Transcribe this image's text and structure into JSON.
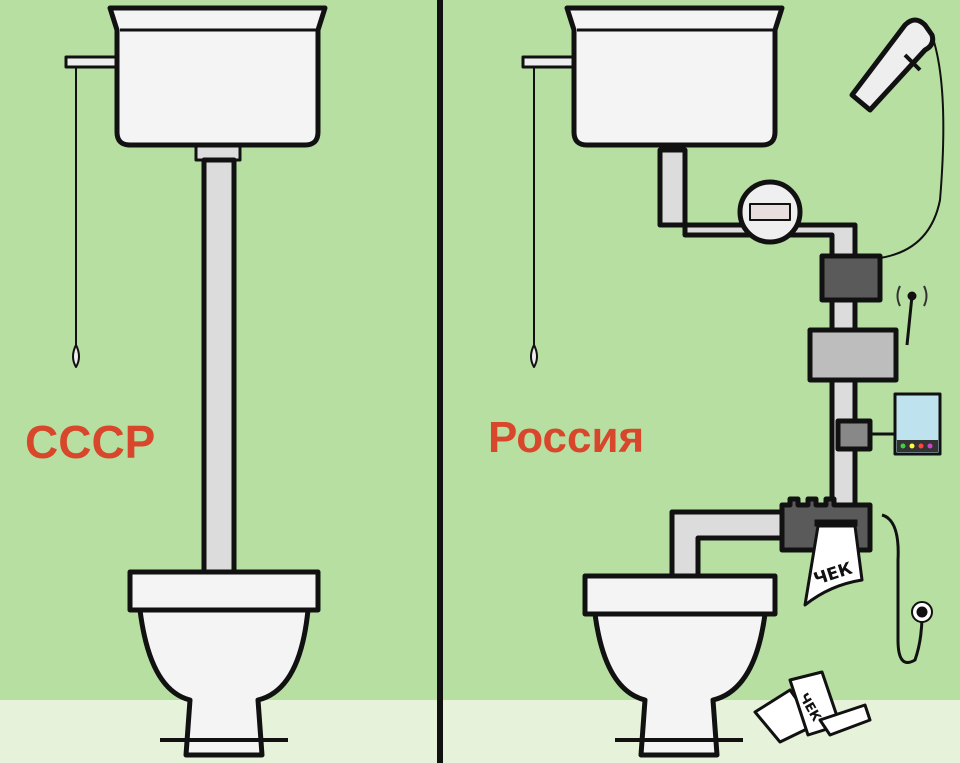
{
  "panels": {
    "left": {
      "caption": "СССР"
    },
    "right": {
      "caption": "Россия",
      "receipt_label": "ЧЕК",
      "dropped_receipt_label": "ЧЕК"
    }
  },
  "colors": {
    "wall": "#b7dfa2",
    "floor": "#e6f3da",
    "caption": "#d8472c",
    "outline": "#111111",
    "porcelain": "#f4f4f4",
    "pipe": "#dcdcdc",
    "device_dark": "#5a5a5a",
    "device_light": "#bdbdbd"
  }
}
